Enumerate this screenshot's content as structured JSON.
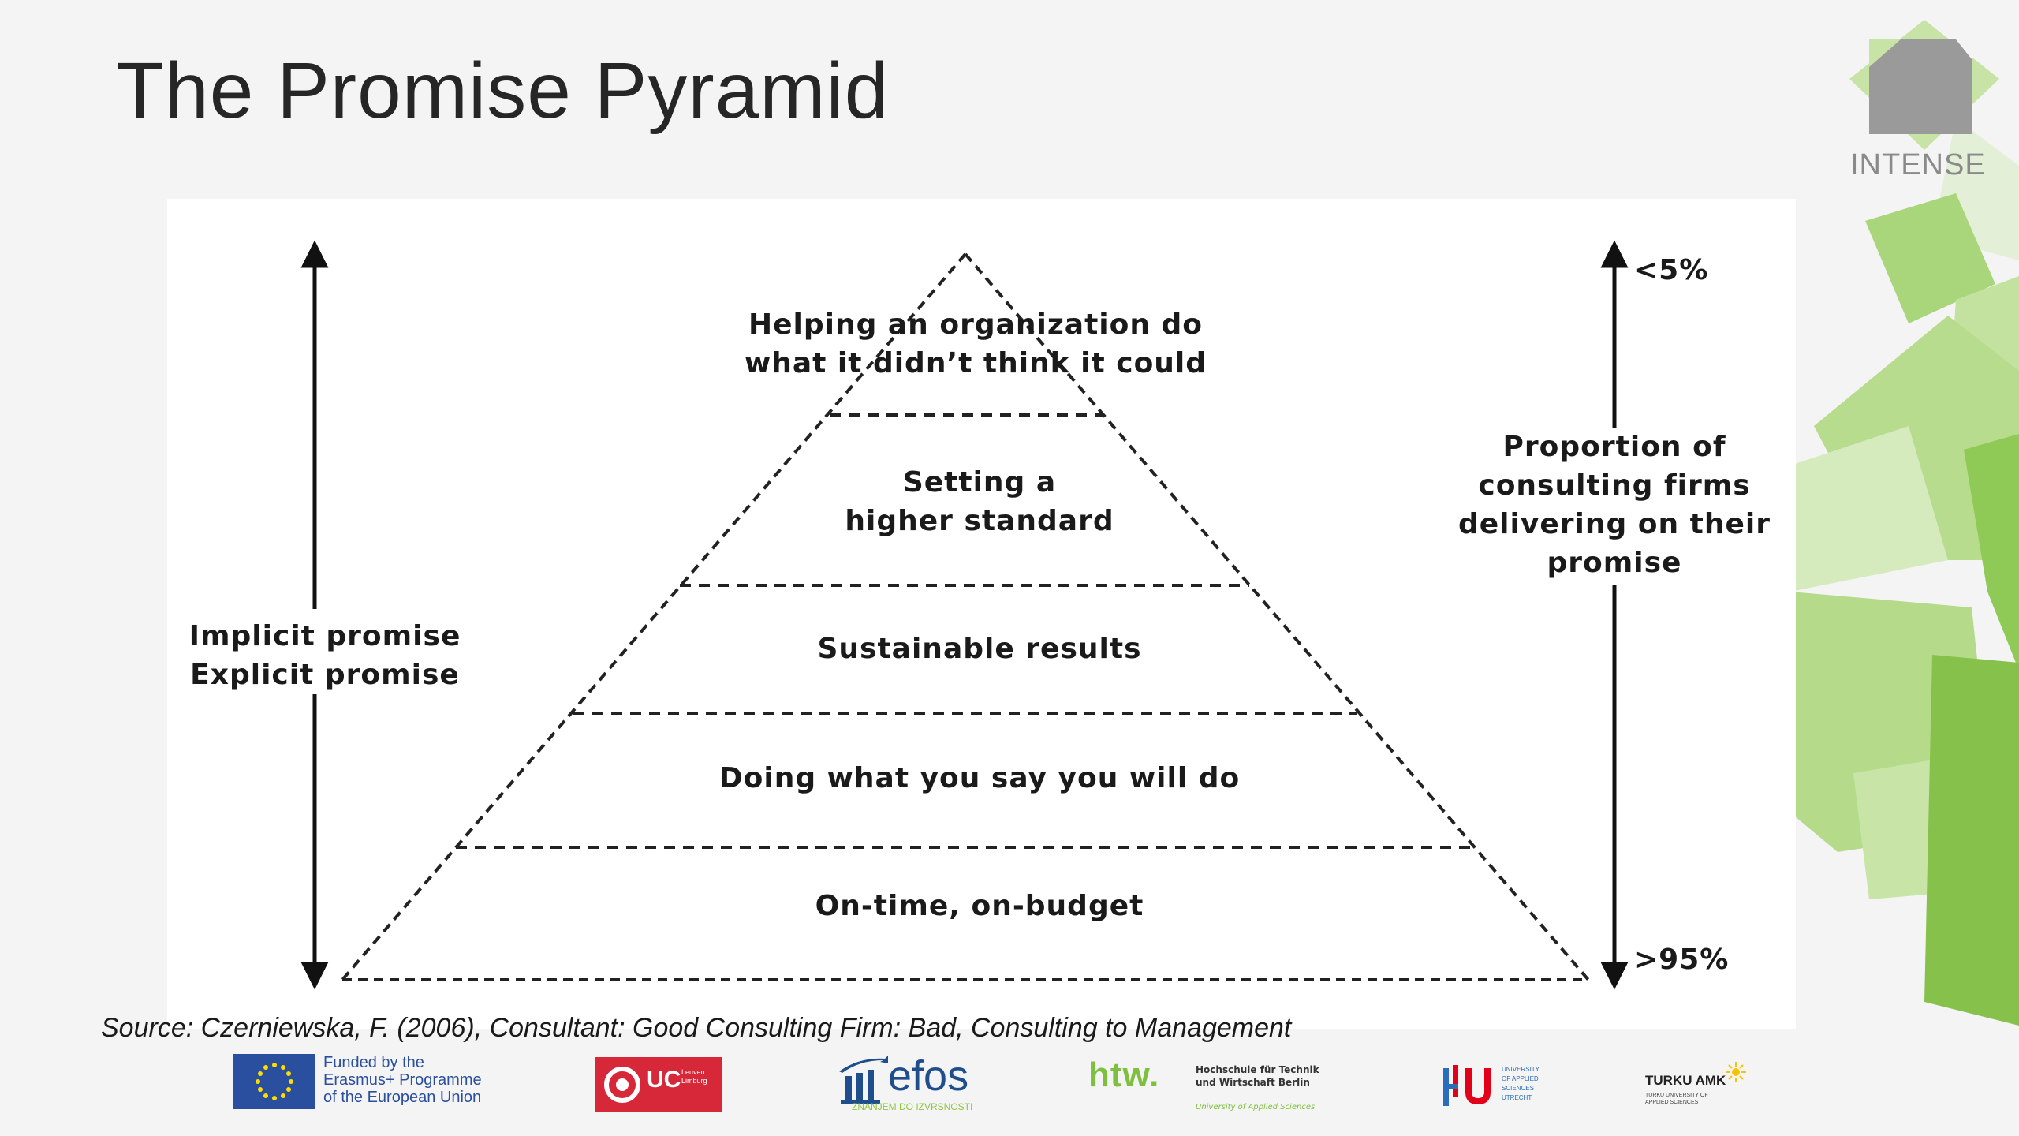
{
  "title": "The Promise Pyramid",
  "brand": {
    "name": "INTENSE",
    "icon": "intense-logo-icon"
  },
  "diagram": {
    "levels": [
      "Helping an organization do\nwhat it didn’t think it could",
      "Setting a\nhigher standard",
      "Sustainable results",
      "Doing what you say you will do",
      "On-time, on-budget"
    ],
    "left_labels": [
      "Implicit promise",
      "Explicit promise"
    ],
    "right_top_label": "<5%",
    "right_bottom_label": ">95%",
    "right_middle_label": "Proportion of\nconsulting firms\ndelivering on their\npromise"
  },
  "source": "Source: Czerniewska, F. (2006), Consultant: Good Consulting Firm: Bad, Consulting to Management",
  "footer": {
    "eu_text": "Funded by the\nErasmus+ Programme\nof the European Union",
    "ucl_label": "UC",
    "ucl_sub": "Leuven Limburg",
    "efos_label": "efos",
    "efos_sub": "ZNANJEM DO IZVRSNOSTI",
    "htw_label": "htw.",
    "htw_text": "Hochschule für Technik\nund Wirtschaft Berlin",
    "htw_sub": "University of Applied Sciences",
    "hu_label": "HU",
    "hu_text": "UNIVERSITY\nOF APPLIED\nSCIENCES\nUTRECHT",
    "turku_label": "TURKU AMK",
    "turku_sub": "TURKU UNIVERSITY OF\nAPPLIED SCIENCES"
  },
  "colors": {
    "title": "#262626",
    "green_dark": "#7fbf3f",
    "green_mid": "#9fd26a",
    "green_light": "#cde6b0",
    "ucl_red": "#d62839",
    "efos_blue": "#1f4e8c",
    "efos_green": "#8cc63f",
    "eu_blue": "#2a4f9e",
    "hu_red": "#e3001b",
    "hu_blue": "#2a6ebb"
  }
}
